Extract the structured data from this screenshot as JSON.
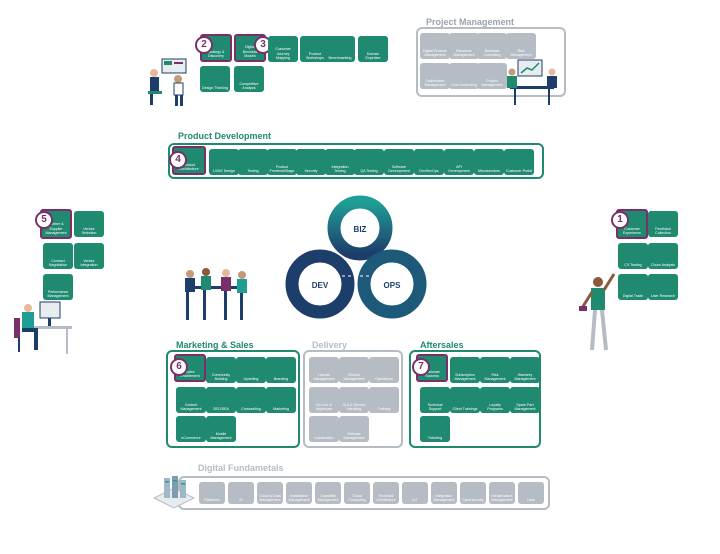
{
  "badges": [
    "1",
    "2",
    "3",
    "4",
    "5",
    "6",
    "7"
  ],
  "strategy": {
    "badge2_tile": "Strategy & Discovery",
    "badge3_tile": "Digital Business Models",
    "row1": [
      "Customer Journey Mapping",
      "Product Workshops",
      "Benchmarking",
      "Domain Expertise"
    ],
    "row2": [
      "Design Thinking",
      "Competitive Analysis"
    ]
  },
  "project_management": {
    "title": "Project Management",
    "tiles": [
      "Digital Process Management",
      "Resource Management",
      "Business Consulting",
      "Risk Management",
      "Stakeholder Management",
      "Cost Controlling",
      "Project Management"
    ]
  },
  "product_development": {
    "title": "Product Development",
    "badge4_tile": "Product Architecture",
    "tiles": [
      "UI/UX Design",
      "Testing",
      "Product Frontend/Stage",
      "Security",
      "Integration Testing",
      "QA Testing",
      "Software Development",
      "DevSecOps",
      "API Development",
      "Microservices",
      "Customer Portal"
    ]
  },
  "left_block": {
    "badge5_tile": "Partner & Supplier Management",
    "tiles": [
      "Vendor Selection",
      "Contract Negotiation",
      "Vendor Integration",
      "Performance Management"
    ]
  },
  "right_block": {
    "badge1_tile": "Customer Experience",
    "tiles": [
      "Feedback Collection",
      "CX Testing",
      "Churn Analysis",
      "Digital Trade",
      "User Research"
    ]
  },
  "cycle": {
    "biz": "BIZ",
    "dev": "DEV",
    "ops": "OPS"
  },
  "marketing_sales": {
    "title": "Marketing & Sales",
    "badge6_tile": "Sales Enablement",
    "tiles": [
      "Community Building",
      "Upselling",
      "Branding",
      "Content Management",
      "SEO/SEA",
      "Crossselling",
      "Marketing",
      "eCommerce",
      "Mobile Management"
    ]
  },
  "delivery": {
    "title": "Delivery",
    "tiles": [
      "License Management",
      "Rollout Management",
      "Operations",
      "Go-Live & Hypercare",
      "SLA & Service Handling",
      "Training",
      "Localization",
      "Release Management"
    ]
  },
  "aftersales": {
    "title": "Aftersales",
    "badge7_tile": "Customer Success",
    "tiles": [
      "Subscription Management",
      "Risk Management",
      "Warranty Management",
      "Technical Support",
      "Client Trainings",
      "Loyalty Programs",
      "Spare Part Management",
      "Ticketing"
    ]
  },
  "digital_fundamentals": {
    "title": "Digital Fundametals",
    "tiles": [
      "Platforms",
      "AI",
      "Cloud & Data Management",
      "Installation Management",
      "Capability Management",
      "Cloud Computing",
      "Technical Architecture",
      "IoT",
      "Integration Management",
      "Cybersecurity",
      "Infrastructure Management",
      "Data"
    ]
  },
  "colors": {
    "green": "#1f8a70",
    "purple": "#7a2e6a",
    "grey": "#b6bcc3",
    "navy": "#1d3d6b",
    "teal": "#1f9e95"
  }
}
